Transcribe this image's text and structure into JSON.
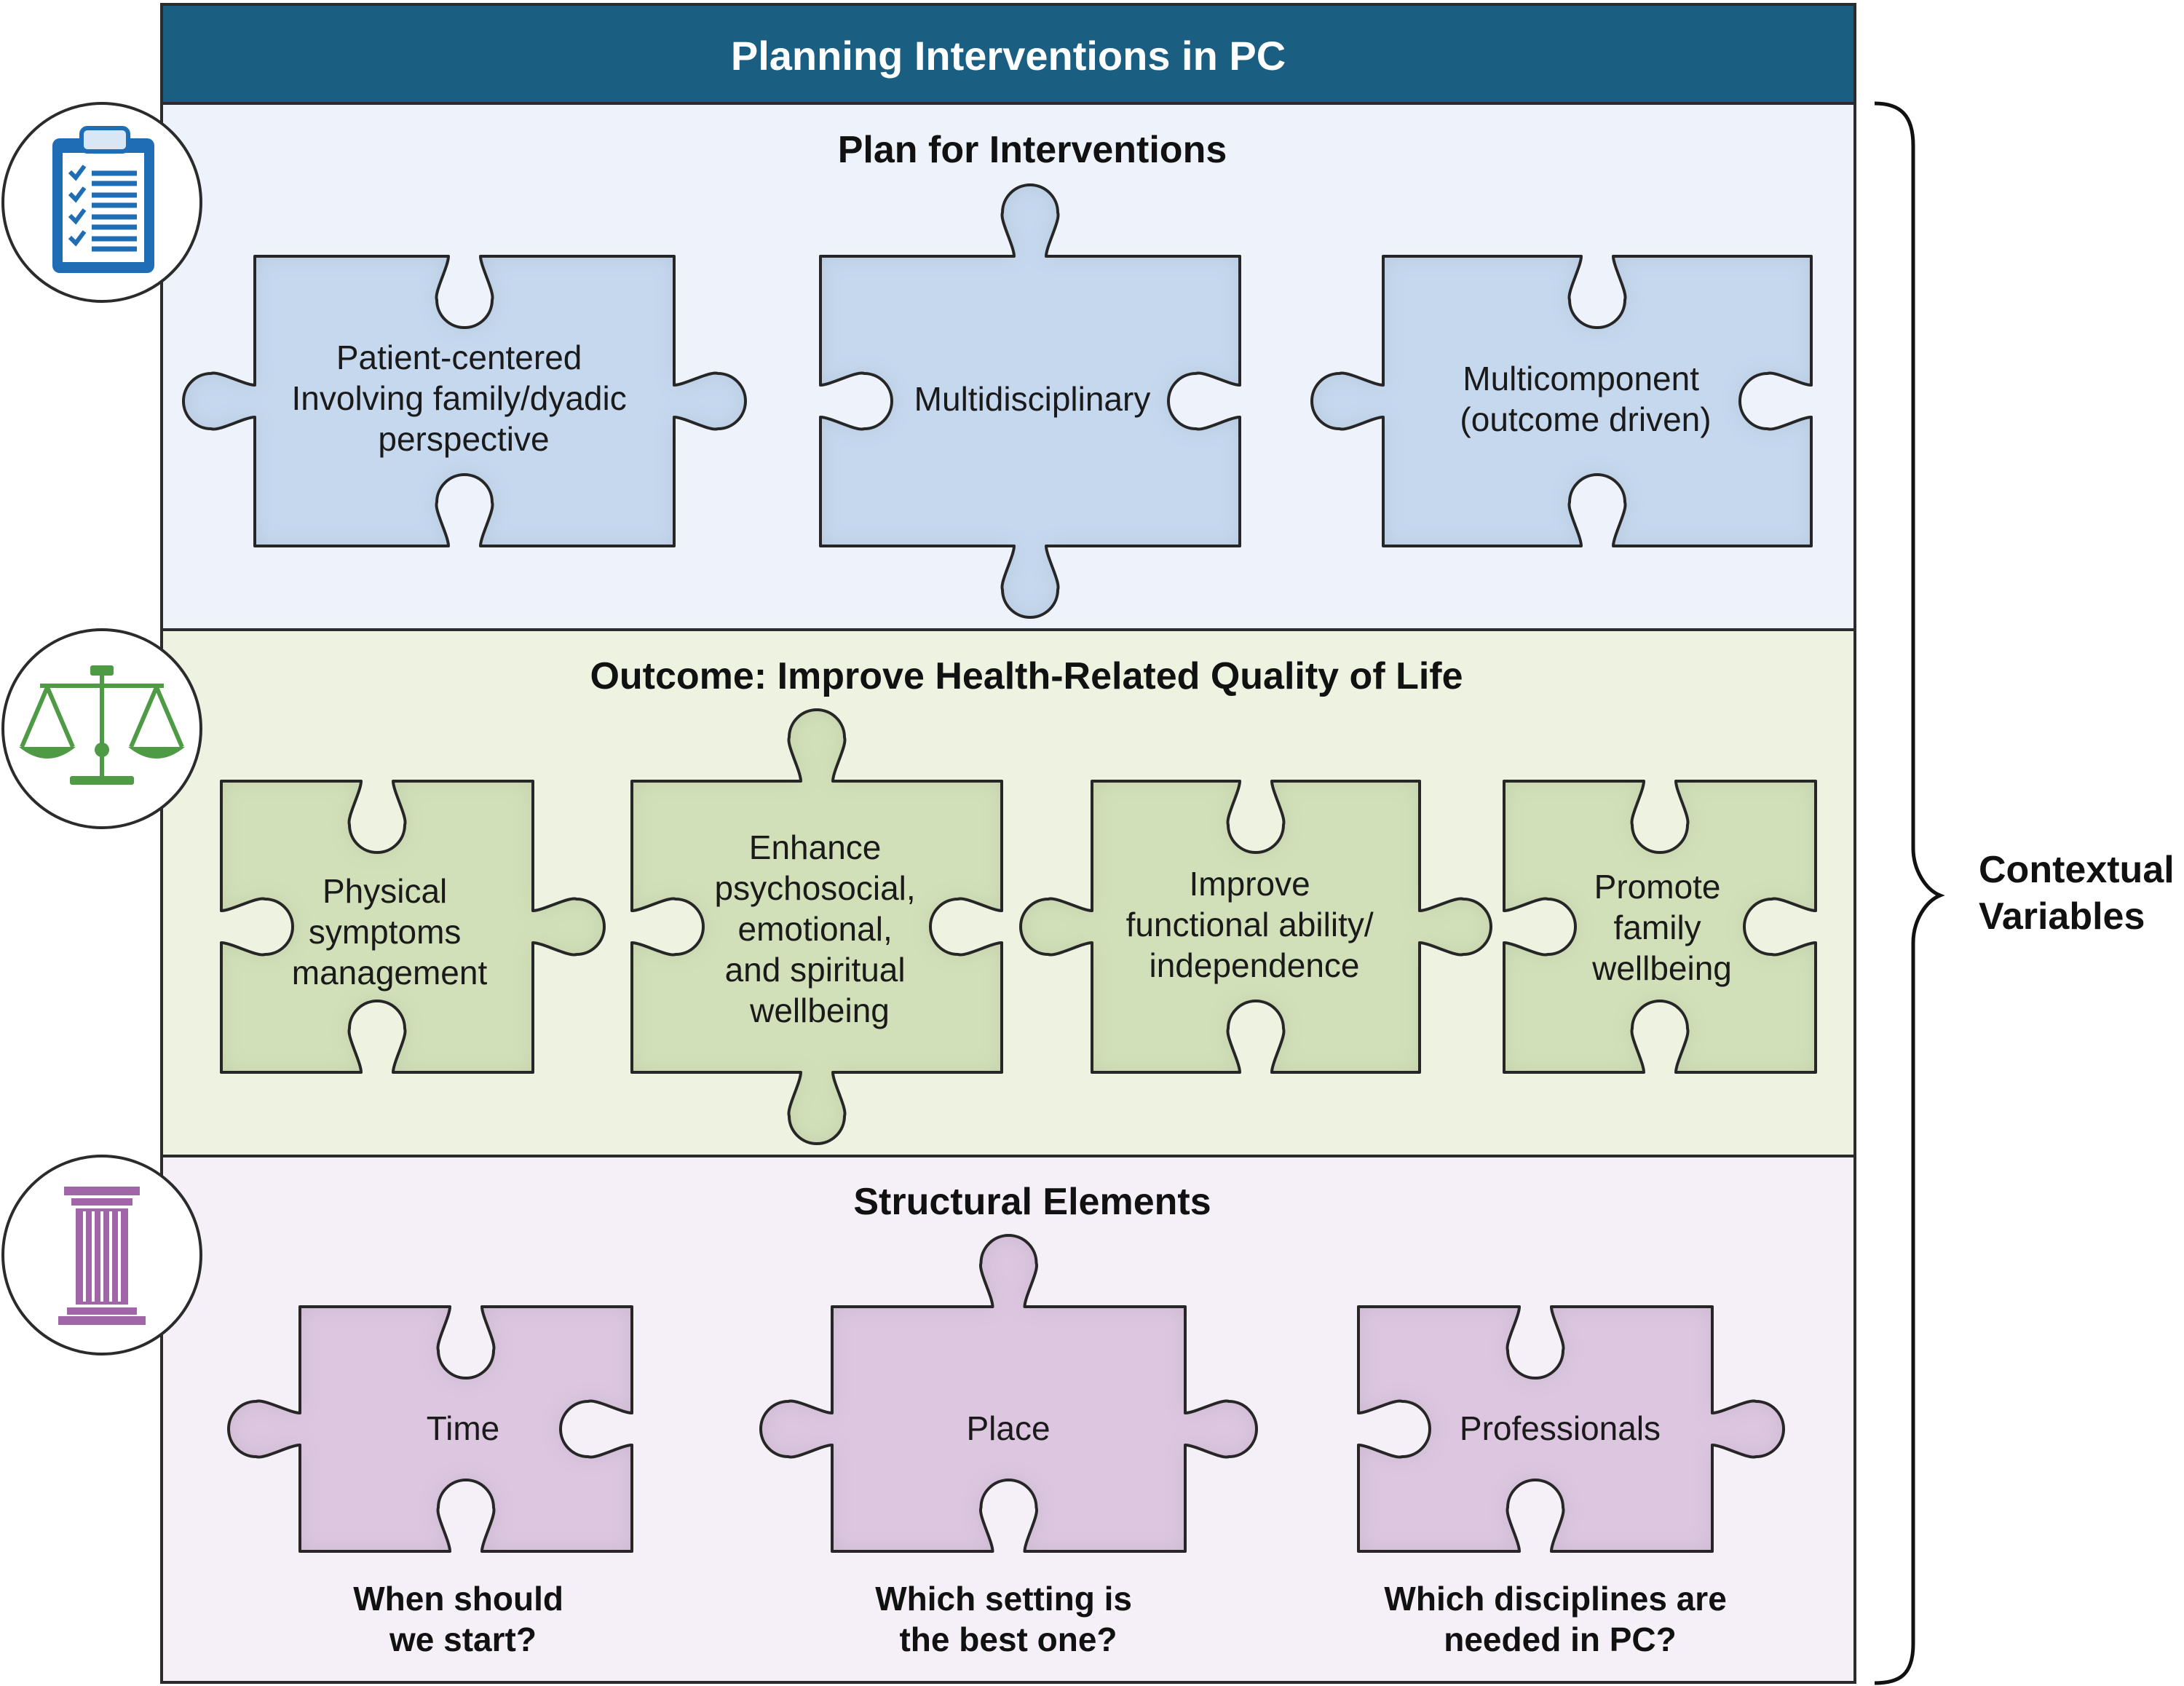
{
  "title": "Planning Interventions in PC",
  "colors": {
    "header": "#1a5e82",
    "plan_bg": "#eef3fb",
    "plan_piece": "#c5d8ee",
    "plan_icon": "#1f6db5",
    "outcome_bg": "#edf2e1",
    "outcome_piece": "#d2e0b9",
    "outcome_icon": "#4e9a45",
    "structural_bg": "#f5f0f7",
    "structural_piece": "#dcc6e0",
    "structural_icon": "#a066a8",
    "border": "#2b2b2b"
  },
  "sections": {
    "plan": {
      "icon": "clipboard-checklist-icon",
      "heading": "Plan for Interventions",
      "pieces": [
        {
          "lines": [
            "Patient-centered",
            "Involving family/dyadic",
            "perspective"
          ]
        },
        {
          "lines": [
            "Multidisciplinary"
          ]
        },
        {
          "lines": [
            "Multicomponent",
            "(outcome driven)"
          ]
        }
      ]
    },
    "outcome": {
      "icon": "balance-scale-icon",
      "heading": "Outcome: Improve Health-Related Quality of Life",
      "pieces": [
        {
          "lines": [
            "Physical",
            "symptoms",
            "management"
          ]
        },
        {
          "lines": [
            "Enhance",
            "psychosocial,",
            "emotional,",
            "and spiritual",
            "wellbeing"
          ]
        },
        {
          "lines": [
            "Improve",
            "functional ability/",
            "independence"
          ]
        },
        {
          "lines": [
            "Promote",
            "family",
            "wellbeing"
          ]
        }
      ]
    },
    "structural": {
      "icon": "column-pillar-icon",
      "heading": "Structural Elements",
      "pieces": [
        {
          "lines": [
            "Time"
          ],
          "question": [
            "When should",
            "we start?"
          ]
        },
        {
          "lines": [
            "Place"
          ],
          "question": [
            "Which setting is",
            "the best one?"
          ]
        },
        {
          "lines": [
            "Professionals"
          ],
          "question": [
            "Which disciplines are",
            "needed in PC?"
          ]
        }
      ]
    }
  },
  "side_label": [
    "Contextual",
    "Variables"
  ]
}
